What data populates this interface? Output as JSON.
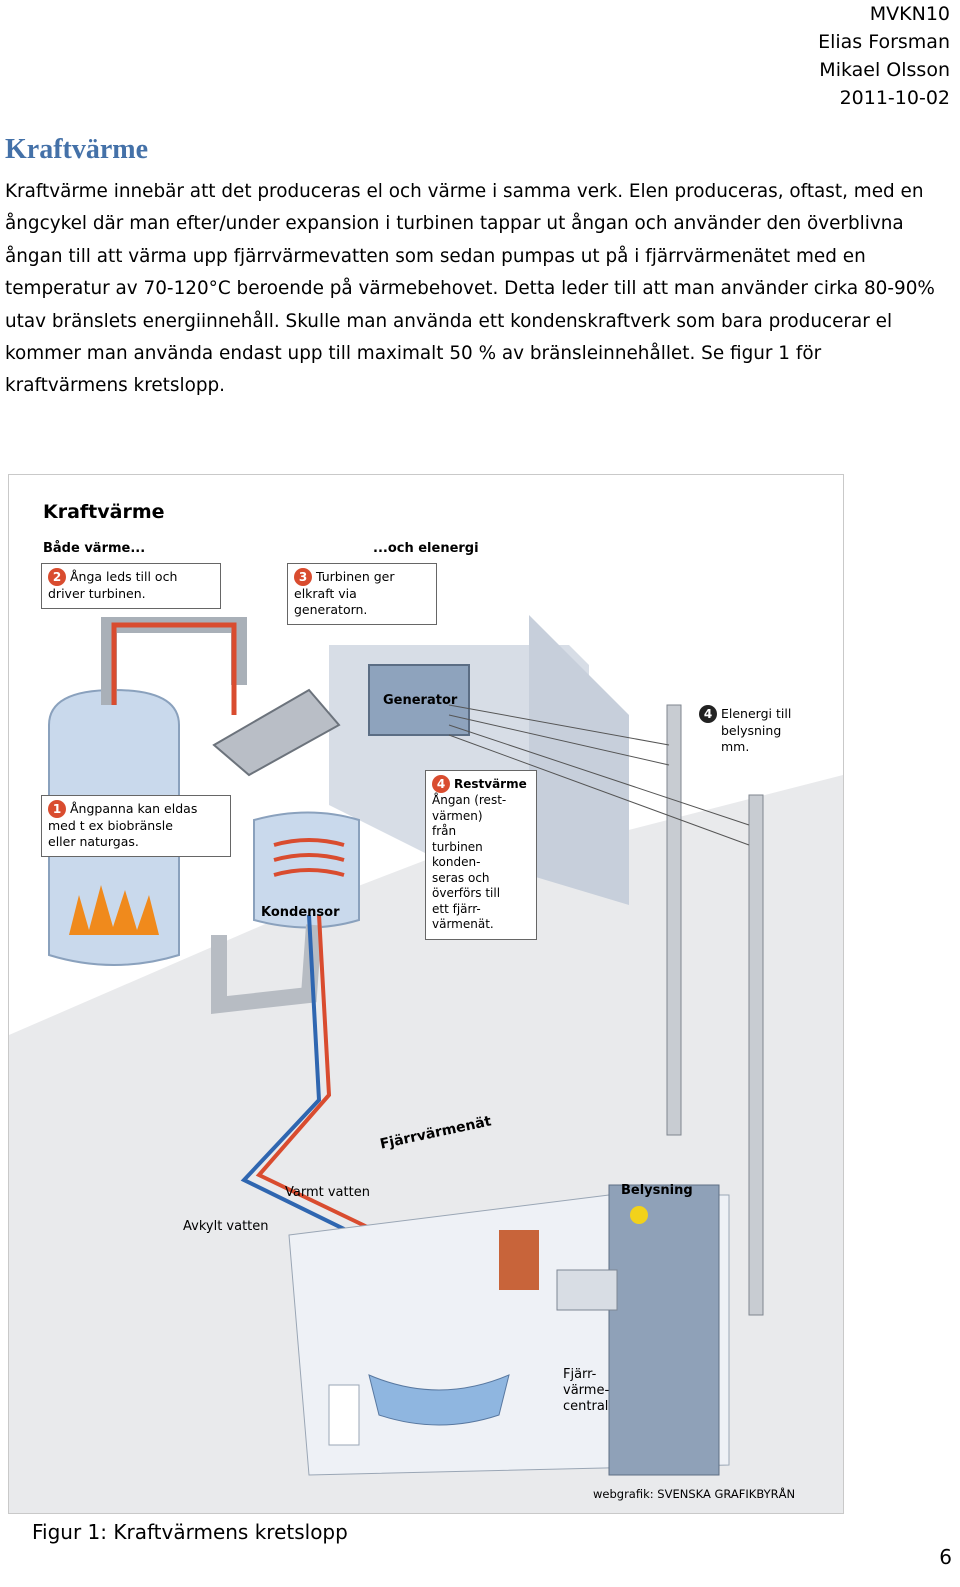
{
  "header": {
    "course": "MVKN10",
    "author1": "Elias Forsman",
    "author2": "Mikael Olsson",
    "date": "2011-10-02"
  },
  "section": {
    "title": "Kraftvärme",
    "lines": [
      "Kraftvärme innebär att det produceras el och värme i samma verk. Elen produceras, oftast, med en",
      "ångcykel där man efter/under expansion i turbinen tappar ut ångan och använder den överblivna",
      "ångan till att värma upp fjärrvärmevatten som sedan pumpas ut på i fjärrvärmenätet med en",
      "temperatur av 70-120°C beroende på värmebehovet.  Detta leder till att man använder cirka 80-90%",
      "utav bränslets energiinnehåll. Skulle man använda ett kondenskraftverk som bara producerar el",
      "kommer man använda endast upp till maximalt 50 % av bränsleinnehållet.  Se figur 1 för",
      "kraftvärmens kretslopp."
    ]
  },
  "figure": {
    "title": "Kraftvärme",
    "left_heading": "Både värme...",
    "right_heading": "...och elenergi",
    "callouts": [
      {
        "num": "2",
        "lines": [
          "Ånga leds till och",
          "driver turbinen."
        ]
      },
      {
        "num": "3",
        "lines": [
          "Turbinen ger",
          "elkraft via",
          "generatorn."
        ]
      },
      {
        "num": "4",
        "lines": [
          "Elenergi till",
          "belysning",
          "mm."
        ]
      },
      {
        "num": "1",
        "lines": [
          "Ångpanna kan eldas",
          "med t ex biobränsle",
          "eller naturgas."
        ]
      },
      {
        "num": "4",
        "lines": [
          "Restvärme",
          "Ångan (rest-",
          "värmen)",
          "från",
          "turbinen",
          "konden-",
          "seras och",
          "överförs till",
          "ett fjärr-",
          "värmenät."
        ]
      }
    ],
    "labels": {
      "generator": "Generator",
      "kondensor": "Kondensor",
      "fjarrvarmenat": "Fjärrvärmenät",
      "varmt": "Varmt vatten",
      "avkylt": "Avkylt vatten",
      "belysning": "Belysning",
      "central": [
        "Fjärr-",
        "värme-",
        "central"
      ],
      "credit": "webgrafik: SVENSKA GRAFIKBYRÅN"
    }
  },
  "caption": "Figur 1: Kraftvärmens kretslopp",
  "page_number": "6"
}
